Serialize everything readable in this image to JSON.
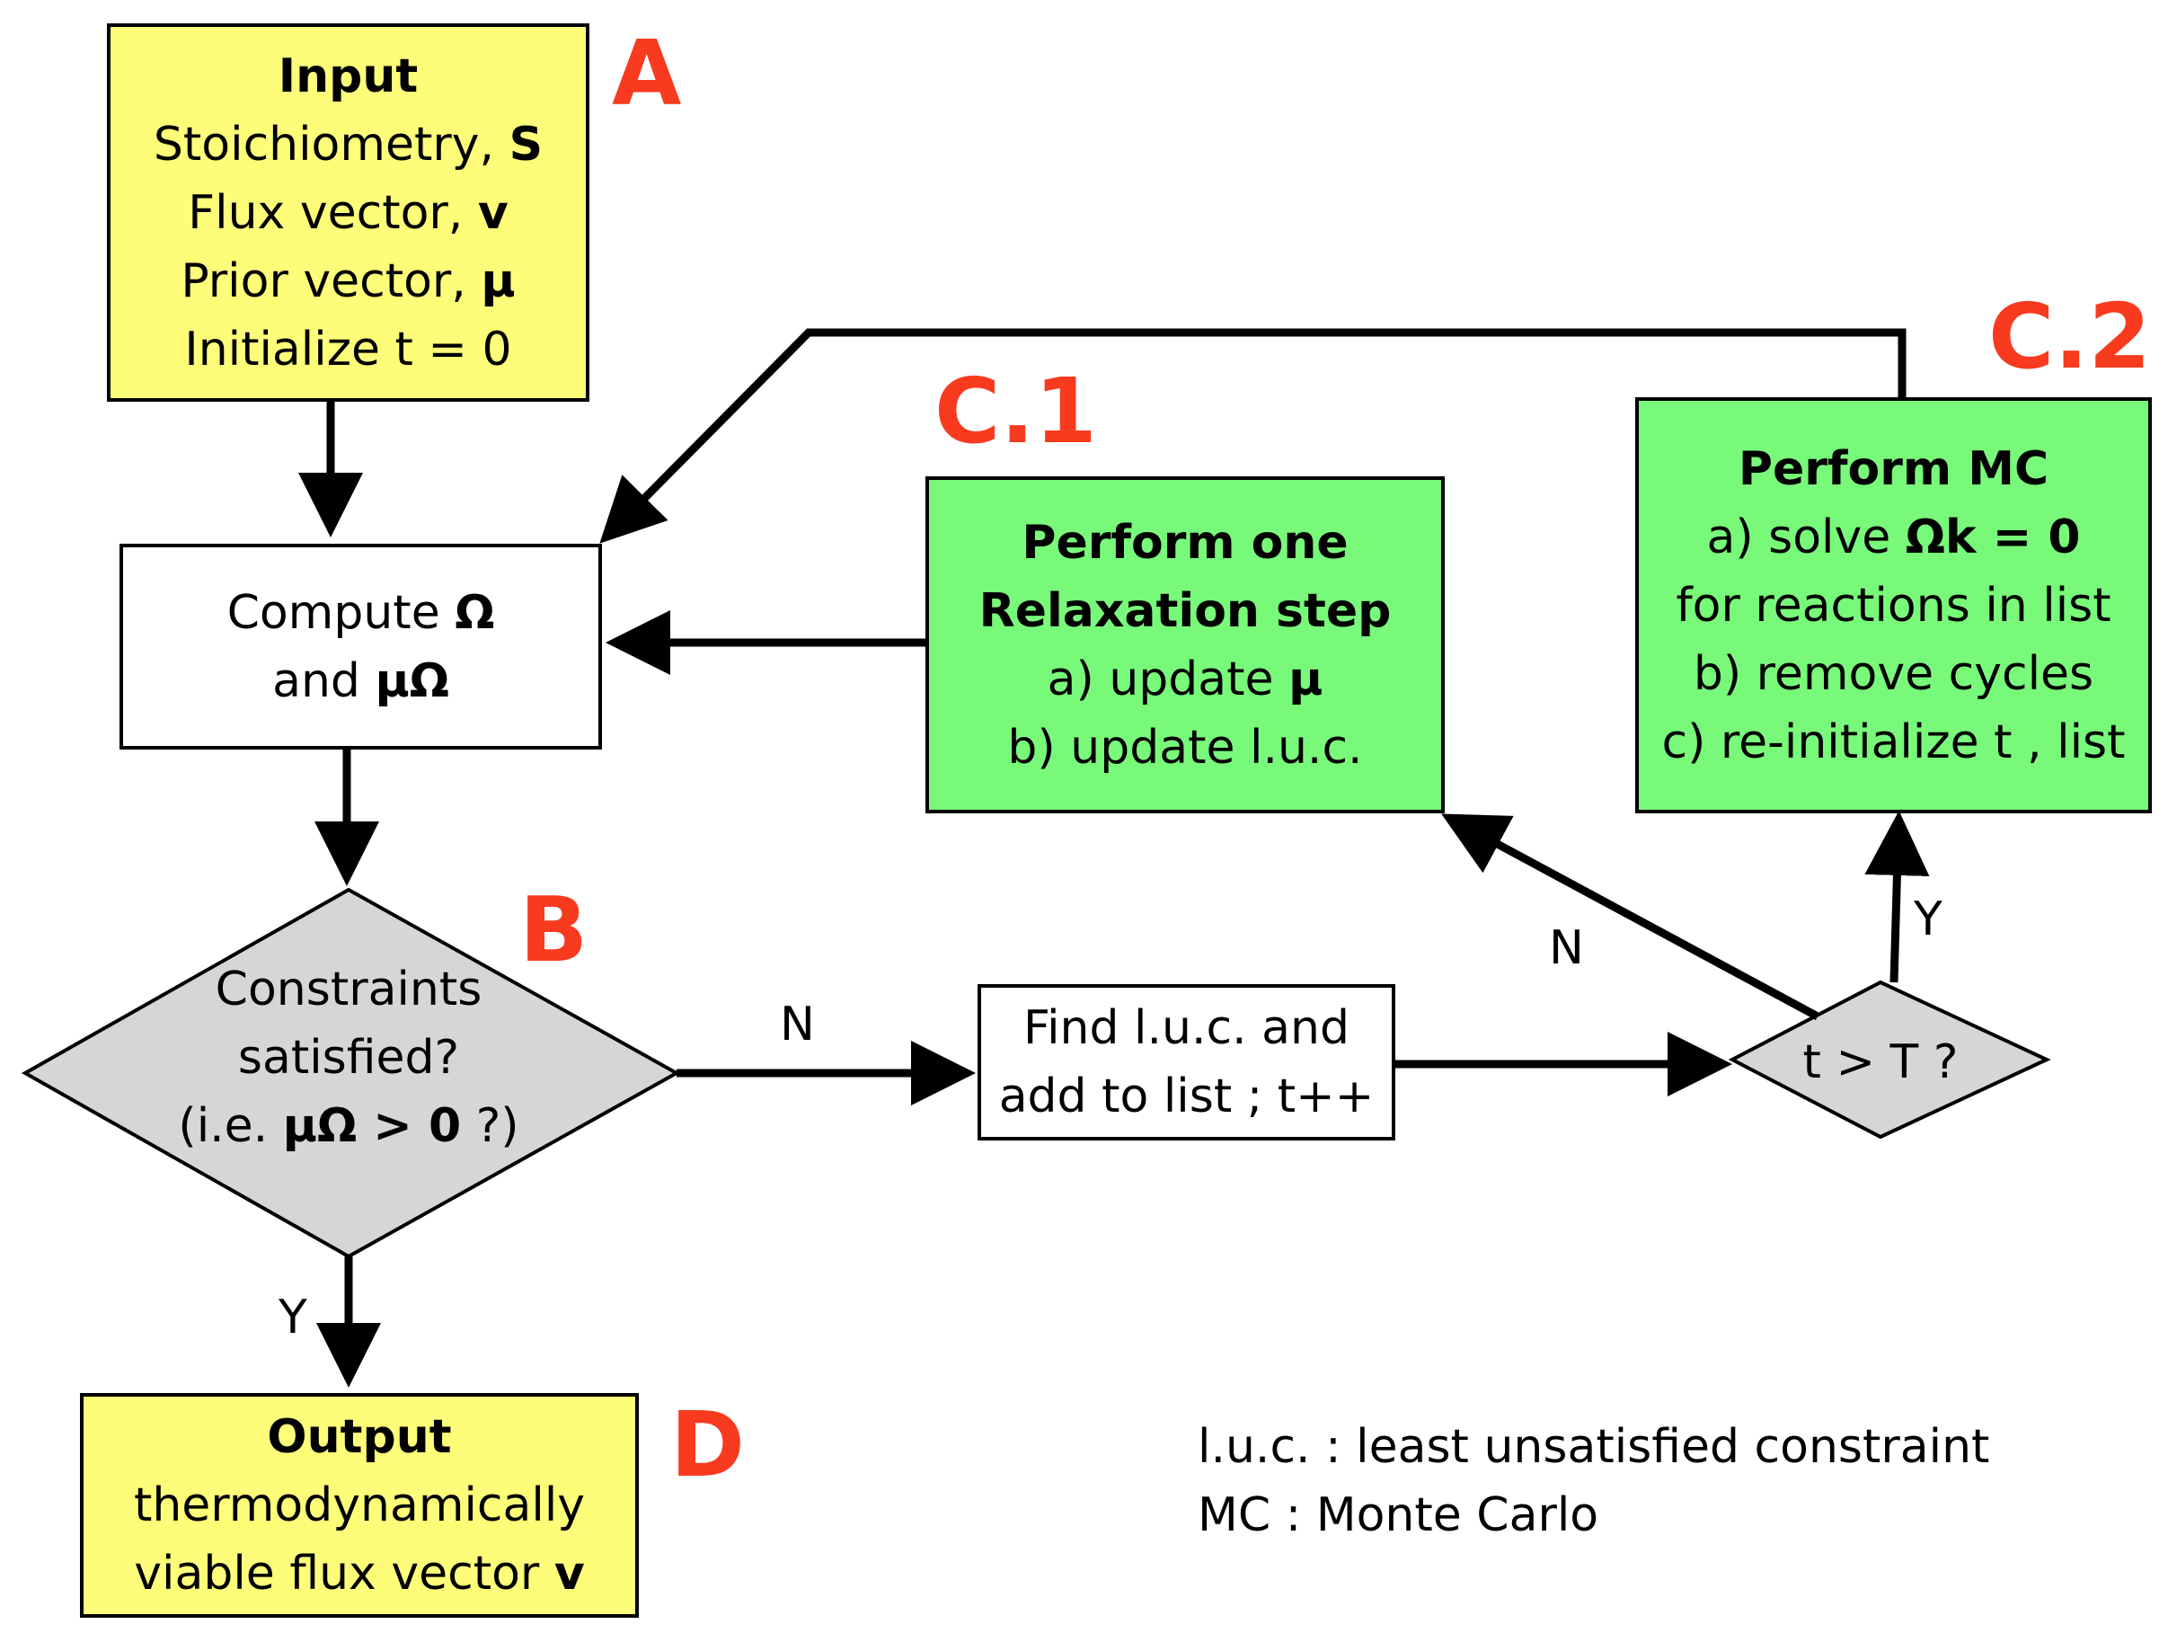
{
  "colors": {
    "input_output_fill": "#fdfd7a",
    "step_fill": "#78f97a",
    "decision_fill": "#d6d6d6",
    "label_red": "#f83a1f",
    "stroke": "#000000"
  },
  "labels": {
    "a": "A",
    "b": "B",
    "c1": "C.1",
    "c2": "C.2",
    "d": "D"
  },
  "input": {
    "title": "Input",
    "line1_text": "Stoichiometry, ",
    "line1_bold": "S",
    "line2_text": "Flux vector, ",
    "line2_bold": "v",
    "line3_text": "Prior vector, ",
    "line3_bold": "μ",
    "line4": "Initialize t = 0"
  },
  "compute": {
    "line1_text": "Compute ",
    "line1_bold": "Ω",
    "line2_text": "and ",
    "line2_bold": "μΩ"
  },
  "decision_b": {
    "line1": "Constraints",
    "line2": "satisfied?",
    "line3_pre": "(i.e. ",
    "line3_bold": "μΩ > 0",
    "line3_post": " ?)"
  },
  "find_luc": {
    "line1": "Find l.u.c. and",
    "line2": "add to list ; t++"
  },
  "decision_t": {
    "text": "t > T ?"
  },
  "relax": {
    "title1": "Perform one",
    "title2": "Relaxation step",
    "line1_text": "a) update ",
    "line1_bold": "μ",
    "line2": "b) update l.u.c."
  },
  "mc": {
    "title": "Perform MC",
    "line1_text": "a) solve ",
    "line1_bold": "Ωk = 0",
    "line2": "for reactions in list",
    "line3": "b) remove cycles",
    "line4": "c) re-initialize t , list"
  },
  "output": {
    "title": "Output",
    "line1": "thermodynamically",
    "line2_text": "viable flux vector ",
    "line2_bold": "v"
  },
  "edges": {
    "n1": "N",
    "n2": "N",
    "y1": "Y",
    "y2": "Y"
  },
  "legend": {
    "line1": "l.u.c. : least unsatisfied constraint",
    "line2": "MC : Monte Carlo"
  }
}
